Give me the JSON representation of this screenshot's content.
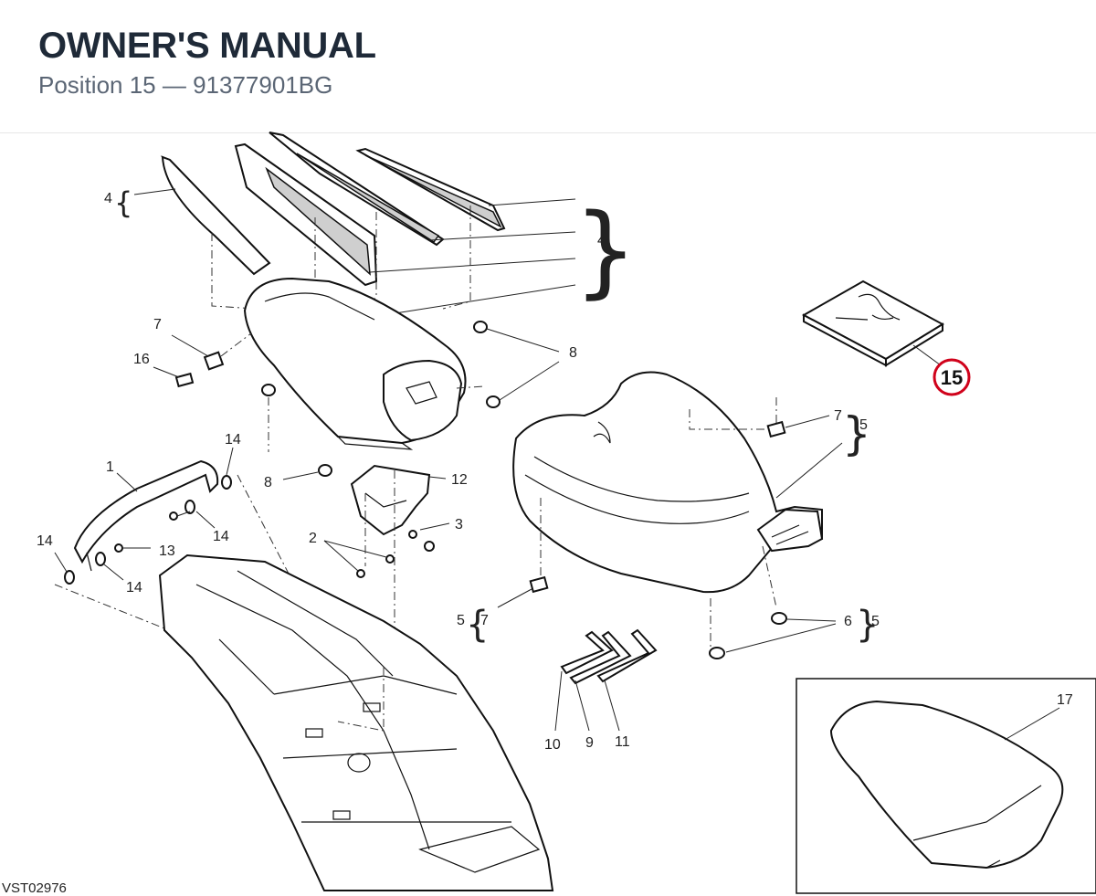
{
  "header": {
    "title": "OWNER'S MANUAL",
    "subtitle": "Position 15 — 91377901BG"
  },
  "drawing_code": "VST02976",
  "highlight": {
    "label": "15",
    "color": "#d0021b"
  },
  "callouts": {
    "c4a": "4",
    "c4b": "4",
    "c7a": "7",
    "c16": "16",
    "c8a": "8",
    "c8b": "8",
    "c14a": "14",
    "c1": "1",
    "c12": "12",
    "c3": "3",
    "c2": "2",
    "c14b": "14",
    "c14c": "14",
    "c13": "13",
    "c14d": "14",
    "c7b": "7",
    "c5a": "5",
    "c5b": "5",
    "c7c": "7",
    "c6": "6",
    "c5c": "5",
    "c10": "10",
    "c9": "9",
    "c11": "11",
    "c17": "17"
  }
}
